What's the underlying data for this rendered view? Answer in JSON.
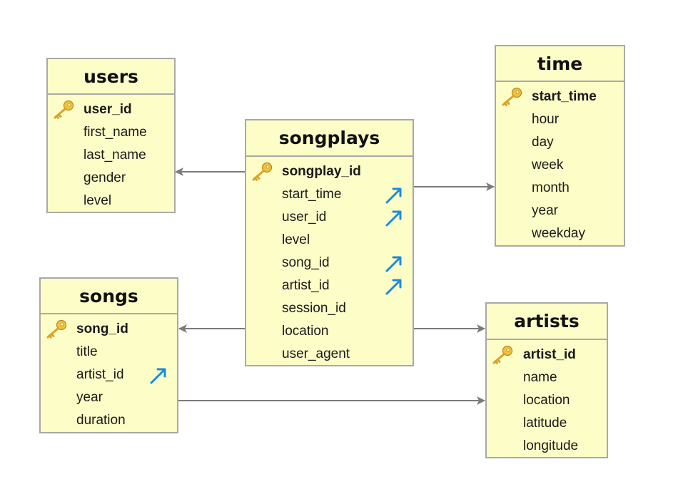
{
  "colors": {
    "table_fill": "#fdfdc8",
    "table_border": "#a9a9a9",
    "arrow": "#7b7b7b",
    "fk_icon": "#1e8bd6",
    "key_icon": "#f2c23c"
  },
  "tables": {
    "users": {
      "title": "users",
      "columns": [
        "user_id",
        "first_name",
        "last_name",
        "gender",
        "level"
      ]
    },
    "time": {
      "title": "time",
      "columns": [
        "start_time",
        "hour",
        "day",
        "week",
        "month",
        "year",
        "weekday"
      ]
    },
    "songplays": {
      "title": "songplays",
      "columns": [
        "songplay_id",
        "start_time",
        "user_id",
        "level",
        "song_id",
        "artist_id",
        "session_id",
        "location",
        "user_agent"
      ]
    },
    "songs": {
      "title": "songs",
      "columns": [
        "song_id",
        "title",
        "artist_id",
        "year",
        "duration"
      ]
    },
    "artists": {
      "title": "artists",
      "columns": [
        "artist_id",
        "name",
        "location",
        "latitude",
        "longitude"
      ]
    }
  },
  "primary_keys": {
    "users": "user_id",
    "time": "start_time",
    "songplays": "songplay_id",
    "songs": "song_id",
    "artists": "artist_id"
  },
  "foreign_keys": {
    "songplays": [
      "start_time",
      "user_id",
      "song_id",
      "artist_id"
    ],
    "songs": [
      "artist_id"
    ]
  },
  "relationships": [
    {
      "from": "songplays",
      "to": "users"
    },
    {
      "from": "songplays",
      "to": "time"
    },
    {
      "from": "songplays",
      "to": "songs"
    },
    {
      "from": "songplays",
      "to": "artists"
    },
    {
      "from": "songs",
      "to": "artists"
    }
  ]
}
